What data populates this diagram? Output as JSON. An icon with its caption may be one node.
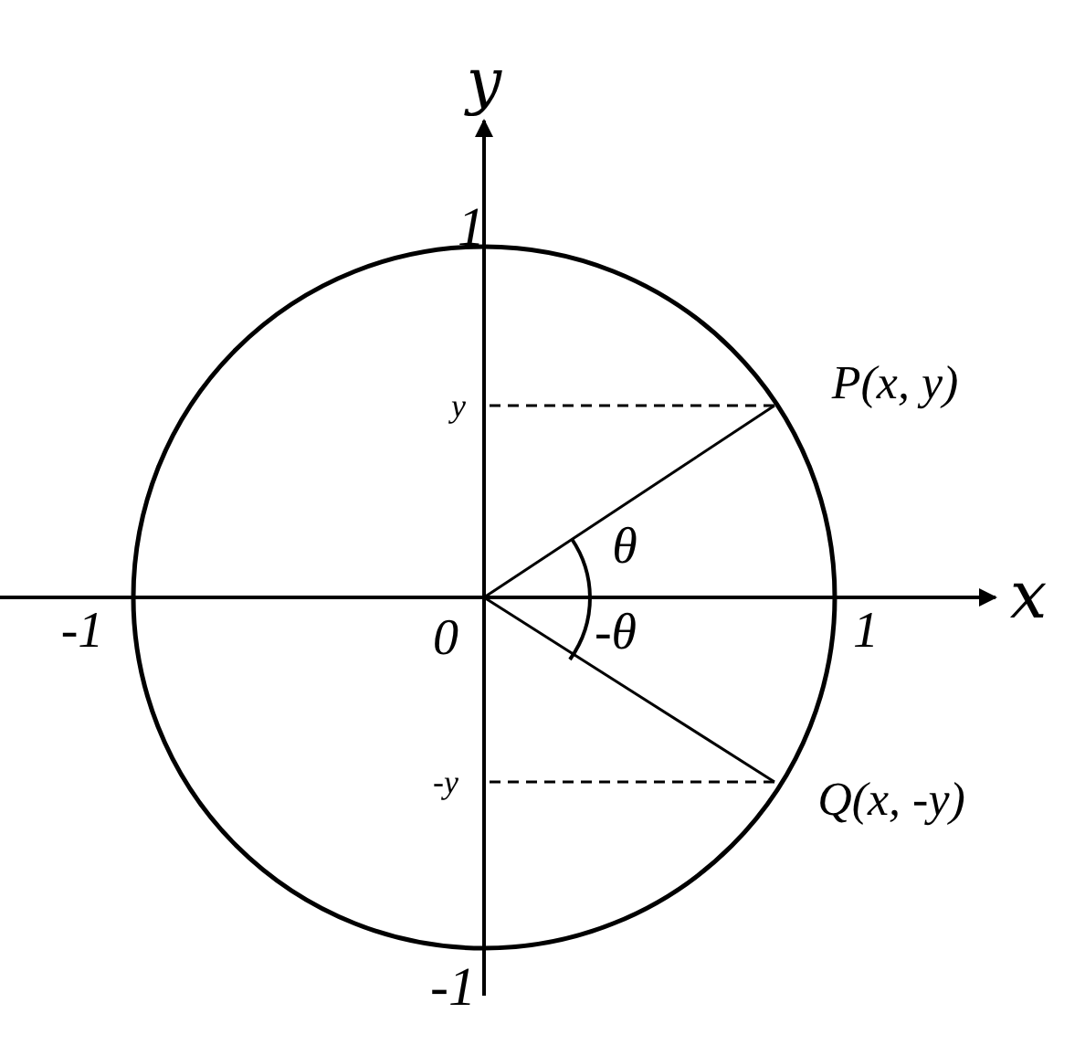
{
  "diagram": {
    "labels": [
      "y",
      "1",
      "y",
      "P(x, y)",
      "θ",
      "-1",
      "0",
      "-θ",
      "1",
      "x",
      "-y",
      "Q(x, -y)",
      "-1"
    ]
  }
}
